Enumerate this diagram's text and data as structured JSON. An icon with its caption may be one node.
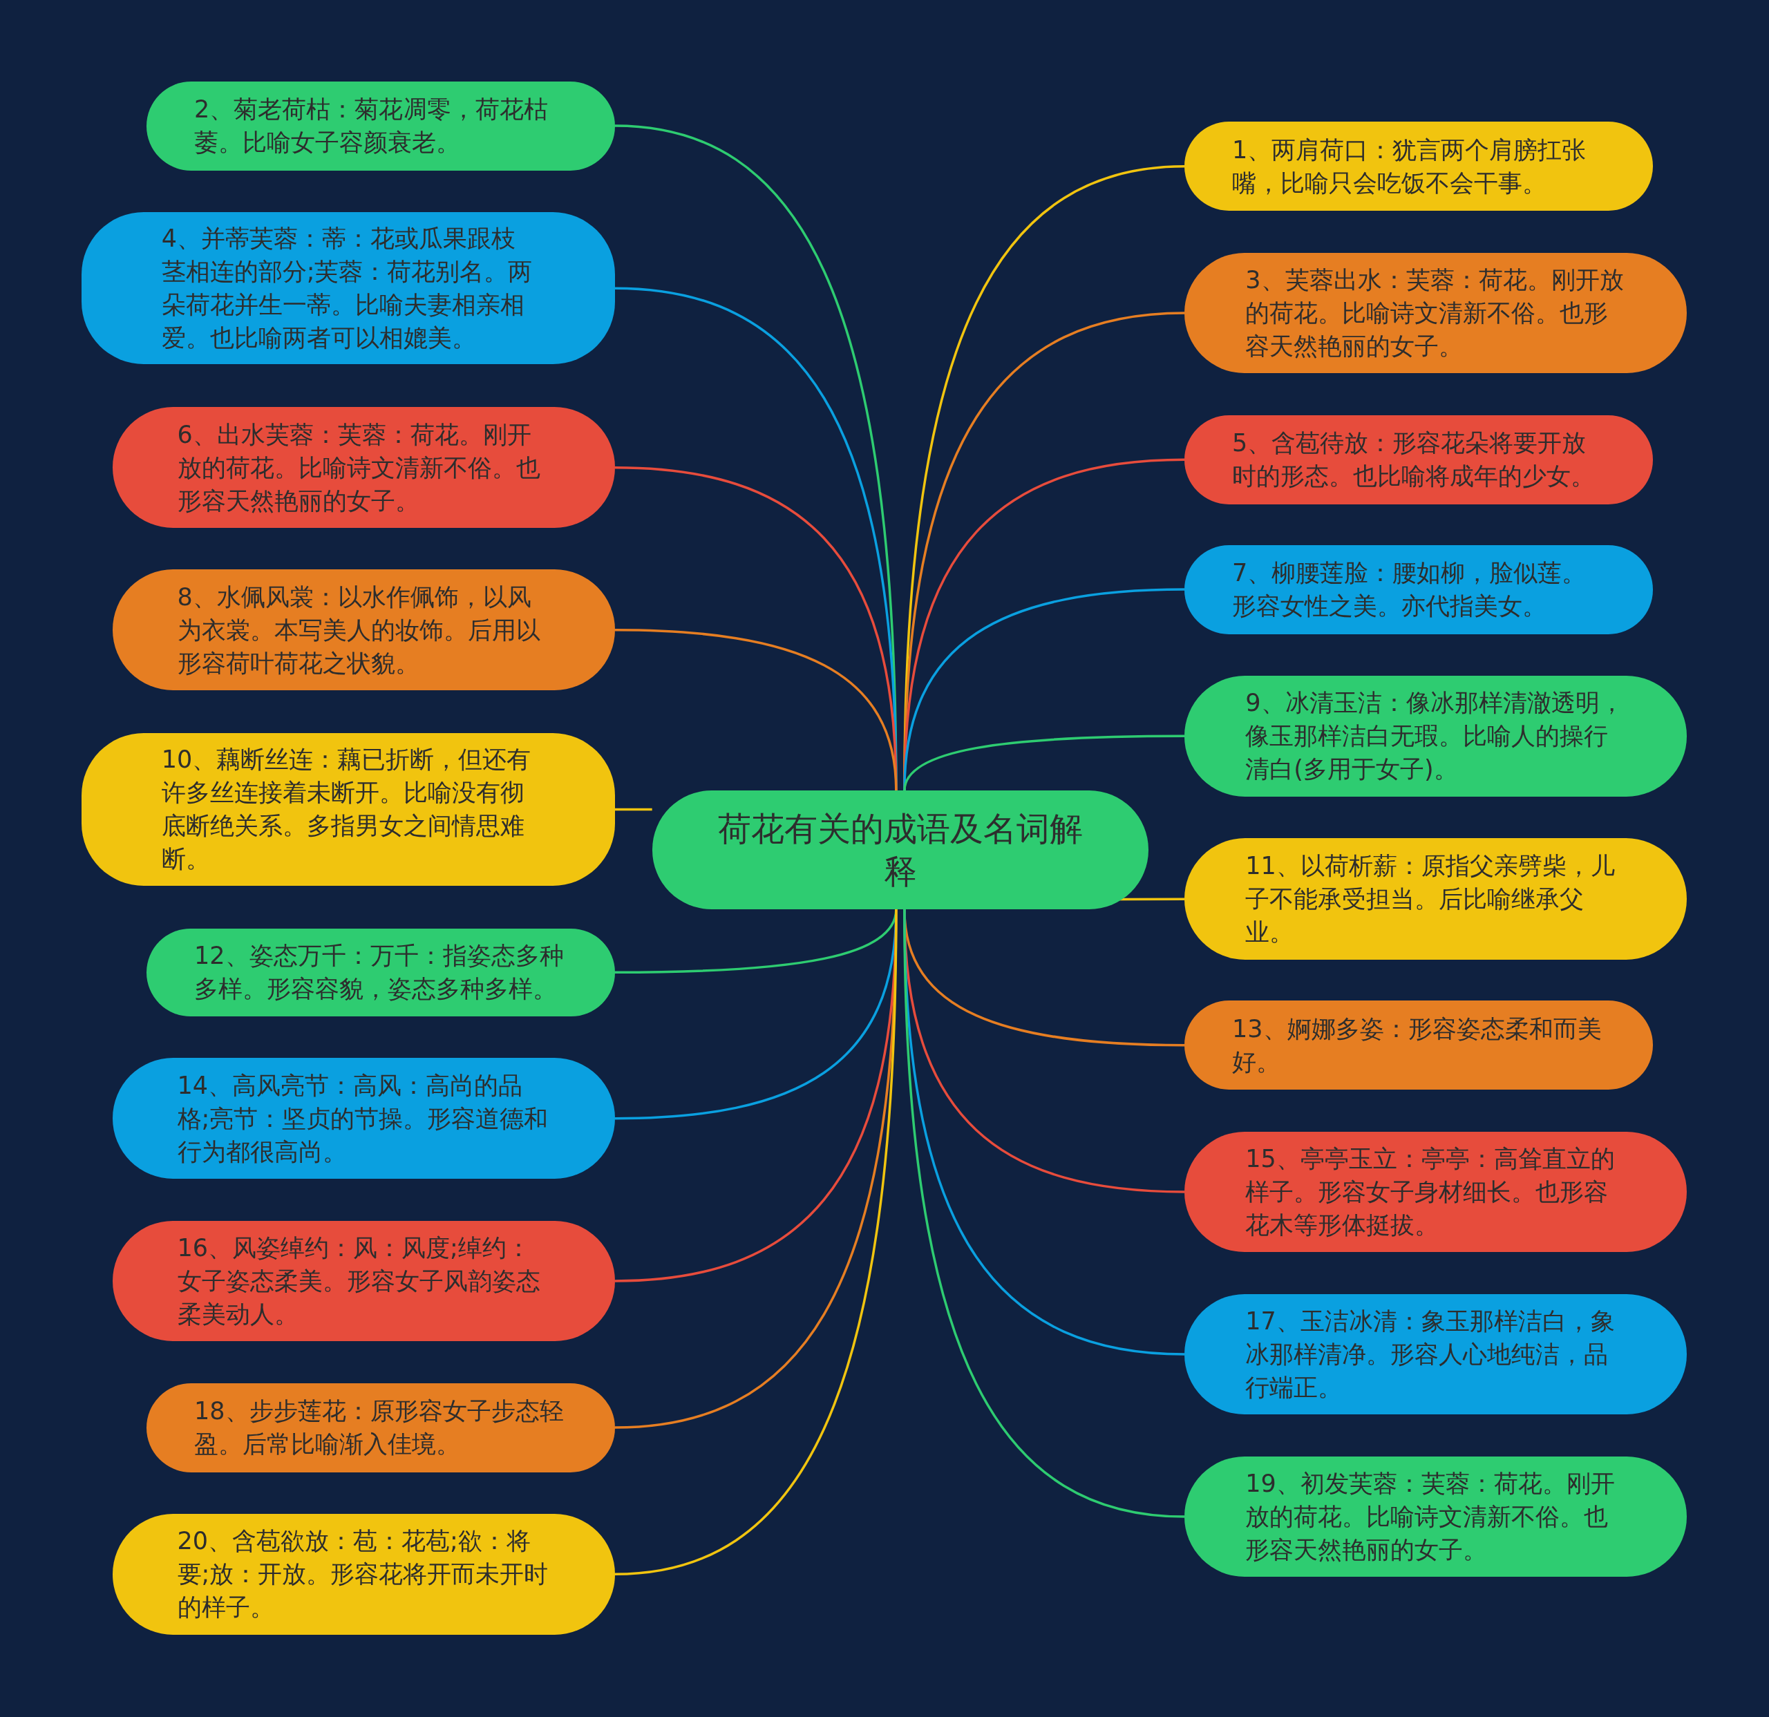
{
  "diagram": {
    "nodes": [
      {
        "text": [
          "荷花有关的成语及名词解释"
        ]
      },
      {
        "text": [
          "1、两肩荷口：犹言两个肩膀扛张嘴，比喻只会吃饭不会干事。"
        ]
      },
      {
        "text": [
          "2、菊老荷枯：菊花凋零，荷花枯萎。比喻女子容颜衰老。"
        ]
      },
      {
        "text": [
          "3、芙蓉出水：芙蓉：荷花。刚开放的荷花。比喻诗文清新不俗。也形容天然艳丽的女子。"
        ]
      },
      {
        "text": [
          "4、并蒂芙蓉：蒂：花或瓜果跟枝茎相连的部分;芙蓉：荷花别名。两朵荷花并生一蒂。比喻夫妻相亲相爱。也比喻两者可以相媲美。"
        ]
      },
      {
        "text": [
          "5、含苞待放：形容花朵将要开放时的形态。也比喻将成年的少女。"
        ]
      },
      {
        "text": [
          "6、出水芙蓉：芙蓉：荷花。刚开放的荷花。比喻诗文清新不俗。也形容天然艳丽的女子。"
        ]
      },
      {
        "text": [
          "7、柳腰莲脸：腰如柳，脸似莲。形容女性之美。亦代指美女。"
        ]
      },
      {
        "text": [
          "8、水佩风裳：以水作佩饰，以风为衣裳。本写美人的妆饰。后用以形容荷叶荷花之状貌。"
        ]
      },
      {
        "text": [
          "9、冰清玉洁：像冰那样清澈透明，像玉那样洁白无瑕。比喻人的操行清白(多用于女子)。"
        ]
      },
      {
        "text": [
          "10、藕断丝连：藕已折断，但还有许多丝连接着未断开。比喻没有彻底断绝关系。多指男女之间情思难断。"
        ]
      },
      {
        "text": [
          "11、以荷析薪：原指父亲劈柴，儿子不能承受担当。后比喻继承父业。"
        ]
      },
      {
        "text": [
          "12、姿态万千：万千：指姿态多种多样。形容容貌，姿态多种多样。"
        ]
      },
      {
        "text": [
          "13、婀娜多姿：形容姿态柔和而美好。"
        ]
      },
      {
        "text": [
          "14、高风亮节：高风：高尚的品格;亮节：坚贞的节操。形容道德和行为都很高尚。"
        ]
      },
      {
        "text": [
          "15、亭亭玉立：亭亭：高耸直立的样子。形容女子身材细长。也形容花木等形体挺拔。"
        ]
      },
      {
        "text": [
          "16、风姿绰约：风：风度;绰约：女子姿态柔美。形容女子风韵姿态柔美动人。"
        ]
      },
      {
        "text": [
          "17、玉洁冰清：象玉那样洁白，象冰那样清净。形容人心地纯洁，品行端正。"
        ]
      },
      {
        "text": [
          "18、步步莲花：原形容女子步态轻盈。后常比喻渐入佳境。"
        ]
      },
      {
        "text": [
          "19、初发芙蓉：芙蓉：荷花。刚开放的荷花。比喻诗文清新不俗。也形容天然艳丽的女子。"
        ]
      },
      {
        "text": [
          "20、含苞欲放：苞：花苞;欲：将要;放：开放。形容花将开而未开时的样子。"
        ]
      }
    ],
    "edges": [
      {
        "from": 0,
        "to": 1,
        "arrow": "none",
        "color": "#f1c40f"
      },
      {
        "from": 0,
        "to": 2,
        "arrow": "none",
        "color": "#2ecc71"
      },
      {
        "from": 0,
        "to": 3,
        "arrow": "none",
        "color": "#e67e22"
      },
      {
        "from": 0,
        "to": 4,
        "arrow": "none",
        "color": "#0aa0e0"
      },
      {
        "from": 0,
        "to": 5,
        "arrow": "none",
        "color": "#e74c3c"
      },
      {
        "from": 0,
        "to": 6,
        "arrow": "none",
        "color": "#e74c3c"
      },
      {
        "from": 0,
        "to": 7,
        "arrow": "none",
        "color": "#0aa0e0"
      },
      {
        "from": 0,
        "to": 8,
        "arrow": "none",
        "color": "#e67e22"
      },
      {
        "from": 0,
        "to": 9,
        "arrow": "none",
        "color": "#2ecc71"
      },
      {
        "from": 0,
        "to": 10,
        "arrow": "none",
        "color": "#f1c40f"
      },
      {
        "from": 0,
        "to": 11,
        "arrow": "none",
        "color": "#f1c40f"
      },
      {
        "from": 0,
        "to": 12,
        "arrow": "none",
        "color": "#2ecc71"
      },
      {
        "from": 0,
        "to": 13,
        "arrow": "none",
        "color": "#e67e22"
      },
      {
        "from": 0,
        "to": 14,
        "arrow": "none",
        "color": "#0aa0e0"
      },
      {
        "from": 0,
        "to": 15,
        "arrow": "none",
        "color": "#e74c3c"
      },
      {
        "from": 0,
        "to": 16,
        "arrow": "none",
        "color": "#e74c3c"
      },
      {
        "from": 0,
        "to": 17,
        "arrow": "none",
        "color": "#0aa0e0"
      },
      {
        "from": 0,
        "to": 18,
        "arrow": "none",
        "color": "#e67e22"
      },
      {
        "from": 0,
        "to": 19,
        "arrow": "none",
        "color": "#2ecc71"
      },
      {
        "from": 0,
        "to": 20,
        "arrow": "none",
        "color": "#f1c40f"
      }
    ]
  }
}
